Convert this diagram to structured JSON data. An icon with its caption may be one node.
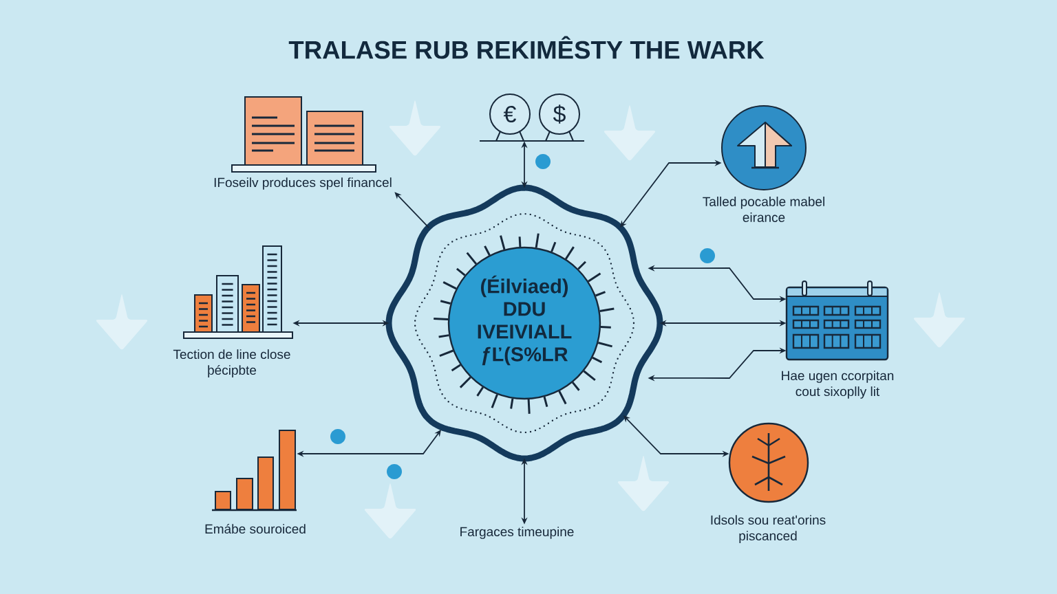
{
  "diagram": {
    "title": "TRALASE RUB REKIMÊSTY THE WARK",
    "nodes": [
      {
        "text": [
          "IFoseilv produces spel financel"
        ]
      },
      {
        "text": [
          "€",
          "$"
        ]
      },
      {
        "text": [
          "Talled pocable mabel eirance"
        ]
      },
      {
        "text": [
          "Tection de line close þécipbte"
        ]
      },
      {
        "text": [
          "(Éilviaed) DDU IVEIVIALL ƒĽ(S%LR"
        ]
      },
      {
        "text": [
          "Hae ugen ccorpitan cout sixoplly lit"
        ]
      },
      {
        "text": [
          "Emábe souroiced"
        ]
      },
      {
        "text": [
          "Fargaces timeupine"
        ]
      },
      {
        "text": [
          "Idsols sou reat'orins piscanced"
        ]
      }
    ],
    "edges": [
      {
        "from": 4,
        "to": 0,
        "arrow": "to"
      },
      {
        "from": 4,
        "to": 1,
        "arrow": "both"
      },
      {
        "from": 4,
        "to": 2,
        "arrow": "both"
      },
      {
        "from": 4,
        "to": 3,
        "arrow": "both"
      },
      {
        "from": 4,
        "to": 5,
        "arrow": "both"
      },
      {
        "from": 4,
        "to": 5,
        "arrow": "both"
      },
      {
        "from": 4,
        "to": 5,
        "arrow": "both"
      },
      {
        "from": 4,
        "to": 6,
        "arrow": "both"
      },
      {
        "from": 4,
        "to": 7,
        "arrow": "both"
      },
      {
        "from": 4,
        "to": 8,
        "arrow": "both"
      }
    ]
  }
}
